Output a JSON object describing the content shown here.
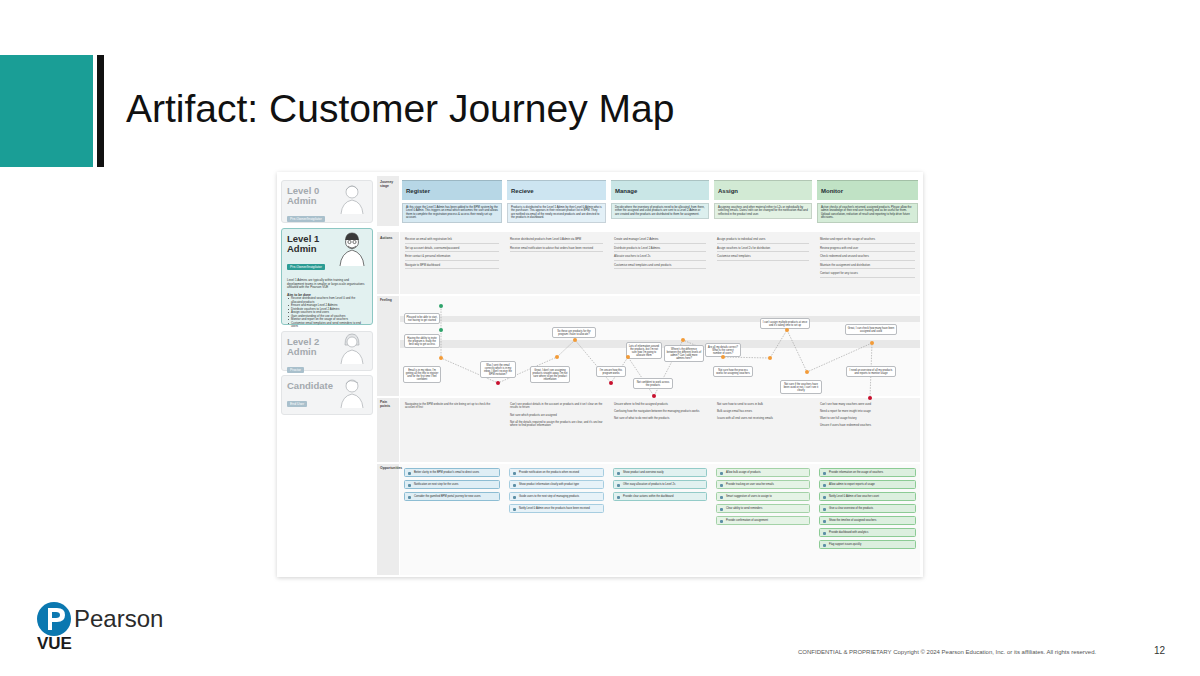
{
  "diagram": {
    "title": "Artifact: Customer Journey Map",
    "nodes": [
      {
        "text": [
          "Level 0 Admin",
          "Pre-Owner/Invigilator"
        ]
      },
      {
        "text": [
          "Level 1 Admin",
          "Pre-Owner/Invigilator",
          "Level 1 Admins are typically within training and development teams in smaller or large-scale organisations affiliated with the Pearson VUE",
          "Aim to be done",
          "Receive distributed vouchers from Level 0 and the allocated products",
          "Ensure and manage Level 2 Admins",
          "Distribute vouchers to Level 2 Admins",
          "Assign vouchers to end users",
          "Gain understanding of the use of vouchers",
          "Monitor and report on the usage of vouchers",
          "Customise email templates and send reminders to end users"
        ]
      },
      {
        "text": [
          "Level 2 Admin",
          "Proctor"
        ]
      },
      {
        "text": [
          "Candidate",
          "End User"
        ]
      },
      {
        "text": [
          "Register"
        ]
      },
      {
        "text": [
          "Recieve"
        ]
      },
      {
        "text": [
          "Manage"
        ]
      },
      {
        "text": [
          "Assign"
        ]
      },
      {
        "text": [
          "Monitor"
        ]
      },
      {
        "text": [
          "At this stage the Level 1 Admin has been added to the BPM system by the Level 0 Admin. This triggers an email which welcomes the user and allows them to complete the registration process & access their newly set up account."
        ]
      },
      {
        "text": [
          "Products is distributed to the Level 1 Admin by their Level 0 Admin who is the purchaser. This appears in their relevant product list in BPM. They are notified via email of the newly received products and are directed to the products in dashboard."
        ]
      },
      {
        "text": [
          "Decide where the inventory of products need to be allocated, from there, either the assigned and used products are sent to a Level 2 Admin or are created and the products are distributed to them for assignment."
        ]
      },
      {
        "text": [
          "Assigning vouchers and other material either to L2s or individually by selecting emails. Dates/ edit can be changed for the notification mail and reflected in the product end user."
        ]
      },
      {
        "text": [
          "Active checks of voucher/s returned, assigned products. Please allow the admin knowledge of their end user training and as be useful for them. Upload cancelation, reduction of result and reporting to help drive future decisions."
        ]
      },
      {
        "text": [
          "Pleased to be able to start, not having to get started"
        ]
      },
      {
        "text": [
          "Having the ability to invite the program is really the best way to get access"
        ]
      },
      {
        "text": [
          "Email is in my inbox, I'm getting all the info to register and for the first time I feel confident"
        ]
      },
      {
        "text": [
          "Was I sent the email correctly which is in my inbox, I don't receive the BPM invitation?"
        ]
      },
      {
        "text": [
          "Great, I don't see assigning products straight away, I'm not sure where to get the product information"
        ]
      },
      {
        "text": [
          "So these are products for the program I have to allocate?"
        ]
      },
      {
        "text": [
          "I'm unsure how this program works"
        ]
      },
      {
        "text": [
          "Lots of information around the products, but I'm not sure how I'm going to allocate them"
        ]
      },
      {
        "text": [
          "Where's the difference between the different levels of admin? Can I add more admins here?"
        ]
      },
      {
        "text": [
          "Not confident to work across the products"
        ]
      },
      {
        "text": [
          "Are all my details correct? What is the correct number of users?"
        ]
      },
      {
        "text": [
          "I can't assign multiple products at once and it's taking time to set up"
        ]
      },
      {
        "text": [
          "Not sure how the process works for assigning vouchers"
        ]
      },
      {
        "text": [
          "Not sure if the vouchers have been used or not, I can't see it clearly"
        ]
      },
      {
        "text": [
          "Great, I can check how many have been assigned and used"
        ]
      },
      {
        "text": [
          "I need an overview of all my products and reports to monitor usage"
        ]
      },
      {
        "text": [
          "Better clarity in the BPM product's email to direct users"
        ]
      },
      {
        "text": [
          "Notification on next step for the users"
        ]
      },
      {
        "text": [
          "Consider the gamified BPM portal journey for new users"
        ]
      },
      {
        "text": [
          "Provide notification on the products when received"
        ]
      },
      {
        "text": [
          "Show product information clearly with product type"
        ]
      },
      {
        "text": [
          "Guide users to the next step of managing products"
        ]
      },
      {
        "text": [
          "Notify Level 0 Admin once the products have been received"
        ]
      },
      {
        "text": [
          "Show product and overview easily"
        ]
      },
      {
        "text": [
          "Offer easy allocation of products to Level 2s"
        ]
      },
      {
        "text": [
          "Provide clear actions within the dashboard"
        ]
      },
      {
        "text": [
          "Allow bulk assign of products"
        ]
      },
      {
        "text": [
          "Provide tracking on user voucher emails"
        ]
      },
      {
        "text": [
          "Smart suggestion of users to assign to"
        ]
      },
      {
        "text": [
          "Clear ability to send reminders"
        ]
      },
      {
        "text": [
          "Provide confirmation of assignment"
        ]
      },
      {
        "text": [
          "Provide information on the usage of vouchers"
        ]
      },
      {
        "text": [
          "Allow admin to export reports of usage"
        ]
      },
      {
        "text": [
          "Notify Level 0 Admin of low voucher count"
        ]
      },
      {
        "text": [
          "Give a clear overview of the products"
        ]
      },
      {
        "text": [
          "Show the timeline of assigned vouchers"
        ]
      },
      {
        "text": [
          "Provide dashboard with analytics"
        ]
      },
      {
        "text": [
          "Flag support issues quickly"
        ]
      }
    ],
    "labels": [
      "Journey stage",
      "Actions",
      "Feeling",
      "Pain points",
      "Opportunities",
      "Receive an email with registration link",
      "Set up account details, username/password",
      "Enter contact & personal information",
      "Navigate to BPM dashboard",
      "Receive distributed products from Level 0 Admin via BPM",
      "Receive email notification to advise that orders have been received",
      "Create and manage Level 2 Admins",
      "Distribute products to Level 2 Admins",
      "Allocate vouchers to Level 2s",
      "Customise email templates and send products",
      "Assign products to individual end users",
      "Assign vouchers to Level 2s for distribution",
      "Customise email templates",
      "Monitor and report on the usage of vouchers",
      "Review progress with end user",
      "Check redeemed and unused vouchers",
      "Maintain the assignment and distribution",
      "Contact support for any issues",
      "Navigating to the BPM website and the site being set up to check the account in first",
      "Can't see product details in the account or products and it isn't clear on the results to return",
      "Not sure which products are assigned",
      "Not all the details required to assign the products are clear, and it's unclear where to find product information",
      "Unsure where to find the assigned products",
      "Confusing how the navigation between the managing products works",
      "Not sure of what to do next with the products",
      "Not sure how to send to users in bulk",
      "Bulk assign email has errors",
      "Issues with all end users not receiving emails",
      "Can't see how many vouchers were used",
      "Need a report for more insight into usage",
      "Want to see full usage history",
      "Unsure if users have redeemed vouchers",
      "Pearson",
      "VUE",
      "CONFIDENTIAL & PROPRIETARY  Copyright © 2024  Pearson Education, Inc. or its affiliates. All rights reserved.",
      "12"
    ]
  }
}
